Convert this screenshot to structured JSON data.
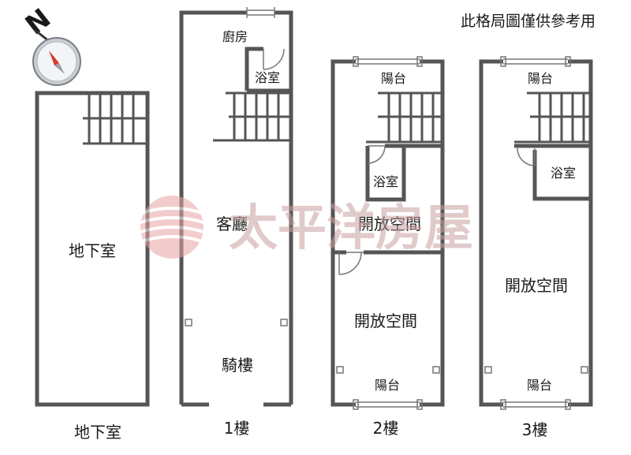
{
  "disclaimer": "此格局圖僅供參考用",
  "compass": {
    "north_label": "N"
  },
  "watermark": {
    "text": "太平洋房屋"
  },
  "floors": {
    "basement": {
      "caption": "地下室",
      "rooms": {
        "main": "地下室"
      }
    },
    "floor1": {
      "caption": "1樓",
      "rooms": {
        "kitchen": "廚房",
        "bathroom": "浴室",
        "living": "客廳",
        "arcade": "騎樓"
      }
    },
    "floor2": {
      "caption": "2樓",
      "rooms": {
        "balcony_top": "陽台",
        "bathroom": "浴室",
        "open_upper": "開放空間",
        "open_lower": "開放空間",
        "balcony_bottom": "陽台"
      }
    },
    "floor3": {
      "caption": "3樓",
      "rooms": {
        "balcony_top": "陽台",
        "bathroom": "浴室",
        "open_space": "開放空間",
        "balcony_bottom": "陽台"
      }
    }
  }
}
